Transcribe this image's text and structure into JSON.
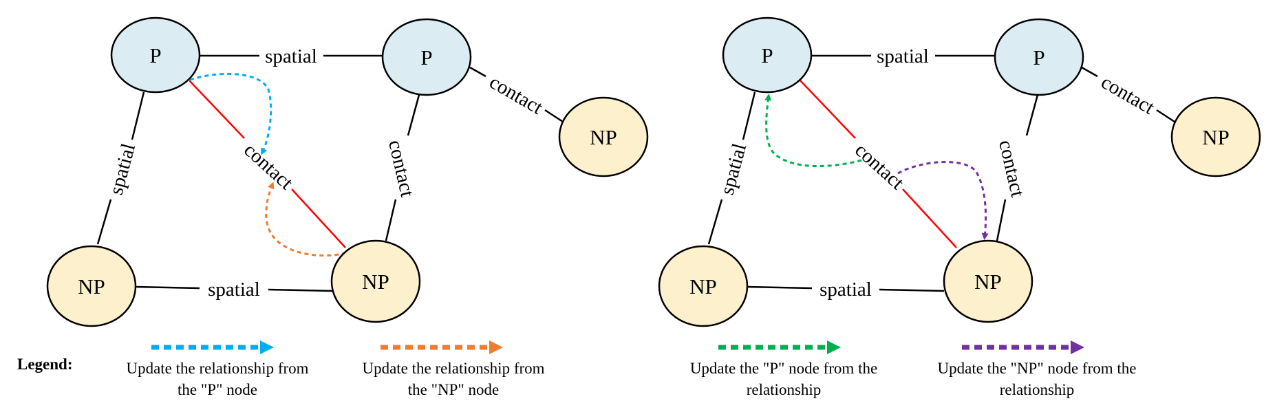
{
  "colors": {
    "p_node_fill": "#dbedf3",
    "np_node_fill": "#fdf0cc",
    "edge": "#000000",
    "highlight_edge": "#ff0000",
    "arrow_update_rel_from_p": "#00aeef",
    "arrow_update_rel_from_np": "#ed7d31",
    "arrow_update_p_from_rel": "#00b050",
    "arrow_update_np_from_rel": "#7030a0"
  },
  "graphs": [
    {
      "nodes": [
        {
          "label": "P"
        },
        {
          "label": "P"
        },
        {
          "label": "NP"
        },
        {
          "label": "NP"
        },
        {
          "label": "NP"
        }
      ],
      "edge_labels": [
        "spatial",
        "contact",
        "spatial",
        "contact",
        "spatial",
        "contact"
      ]
    },
    {
      "nodes": [
        {
          "label": "P"
        },
        {
          "label": "P"
        },
        {
          "label": "NP"
        },
        {
          "label": "NP"
        },
        {
          "label": "NP"
        }
      ],
      "edge_labels": [
        "spatial",
        "contact",
        "spatial",
        "contact",
        "spatial",
        "contact"
      ]
    }
  ],
  "legend": {
    "title": "Legend:",
    "items": [
      {
        "line1": "Update the relationship from",
        "line2": "the \"P\" node"
      },
      {
        "line1": "Update the relationship from",
        "line2": "the \"NP\" node"
      },
      {
        "line1": "Update the \"P\" node from the",
        "line2": "relationship"
      },
      {
        "line1": "Update the \"NP\" node from the",
        "line2": "relationship"
      }
    ]
  }
}
